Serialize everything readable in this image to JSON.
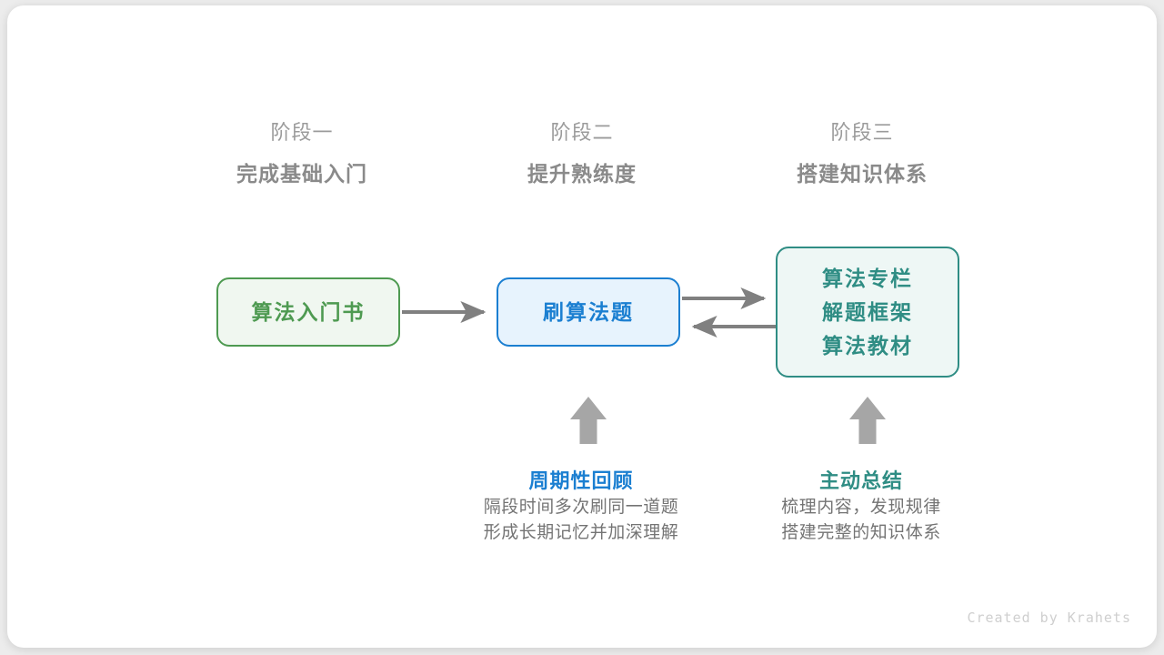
{
  "diagram": {
    "title_watermark": "Created by Krahets",
    "stages": [
      {
        "index_label": "阶段一",
        "title": "完成基础入门"
      },
      {
        "index_label": "阶段二",
        "title": "提升熟练度"
      },
      {
        "index_label": "阶段三",
        "title": "搭建知识体系"
      }
    ],
    "nodes": [
      {
        "id": "book",
        "lines": [
          "算法入门书"
        ],
        "border_color": "#4e9a51",
        "fill_color": "#f0f7f0",
        "text_color": "#4e9a51"
      },
      {
        "id": "practice",
        "lines": [
          "刷算法题"
        ],
        "border_color": "#1b7fd1",
        "fill_color": "#e7f3fd",
        "text_color": "#1b7fd1"
      },
      {
        "id": "resources",
        "lines": [
          "算法专栏",
          "解题框架",
          "算法教材"
        ],
        "border_color": "#2f8d84",
        "fill_color": "#eef7f5",
        "text_color": "#2f8d84"
      }
    ],
    "connectors": [
      {
        "id": "book-to-practice",
        "direction": "right",
        "color": "#808080"
      },
      {
        "id": "practice-to-resources",
        "direction": "right",
        "color": "#808080"
      },
      {
        "id": "resources-to-practice",
        "direction": "left",
        "color": "#808080"
      },
      {
        "id": "review-up-arrow",
        "direction": "up",
        "color": "#a6a6a6"
      },
      {
        "id": "summary-up-arrow",
        "direction": "up",
        "color": "#a6a6a6"
      }
    ],
    "annotations": [
      {
        "id": "review",
        "title": "周期性回顾",
        "title_color": "#1b7fd1",
        "desc_lines": [
          "隔段时间多次刷同一道题",
          "形成长期记忆并加深理解"
        ]
      },
      {
        "id": "summary",
        "title": "主动总结",
        "title_color": "#2f8d84",
        "desc_lines": [
          "梳理内容，发现规律",
          "搭建完整的知识体系"
        ]
      }
    ]
  }
}
